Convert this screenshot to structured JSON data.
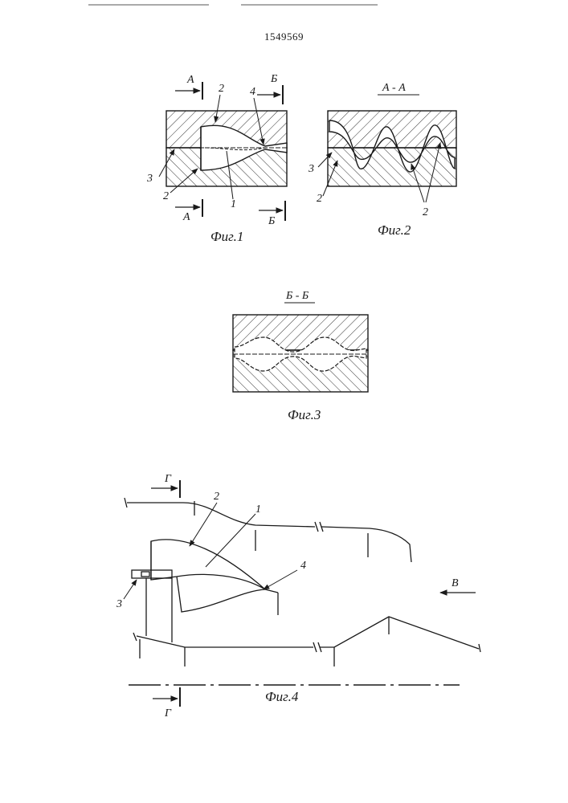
{
  "document": {
    "patent_number": "1549569"
  },
  "fig1": {
    "caption": "Фиг.1",
    "section_a_top": "А",
    "section_a_bottom": "А",
    "section_b_top": "Б",
    "section_b_bottom": "Б",
    "label_2_top": "2",
    "label_4": "4",
    "label_3": "3",
    "label_2_bottom": "2",
    "label_1": "1"
  },
  "fig2": {
    "caption": "Фиг.2",
    "section_title": "А - А",
    "label_3": "3",
    "label_2_left": "2",
    "label_2_right": "2"
  },
  "fig3": {
    "caption": "Фиг.3",
    "section_title": "Б - Б"
  },
  "fig4": {
    "caption": "Фиг.4",
    "section_g_top": "Г",
    "section_g_bottom": "Г",
    "label_2": "2",
    "label_1": "1",
    "label_4": "4",
    "label_3": "3",
    "label_flow": "В"
  }
}
